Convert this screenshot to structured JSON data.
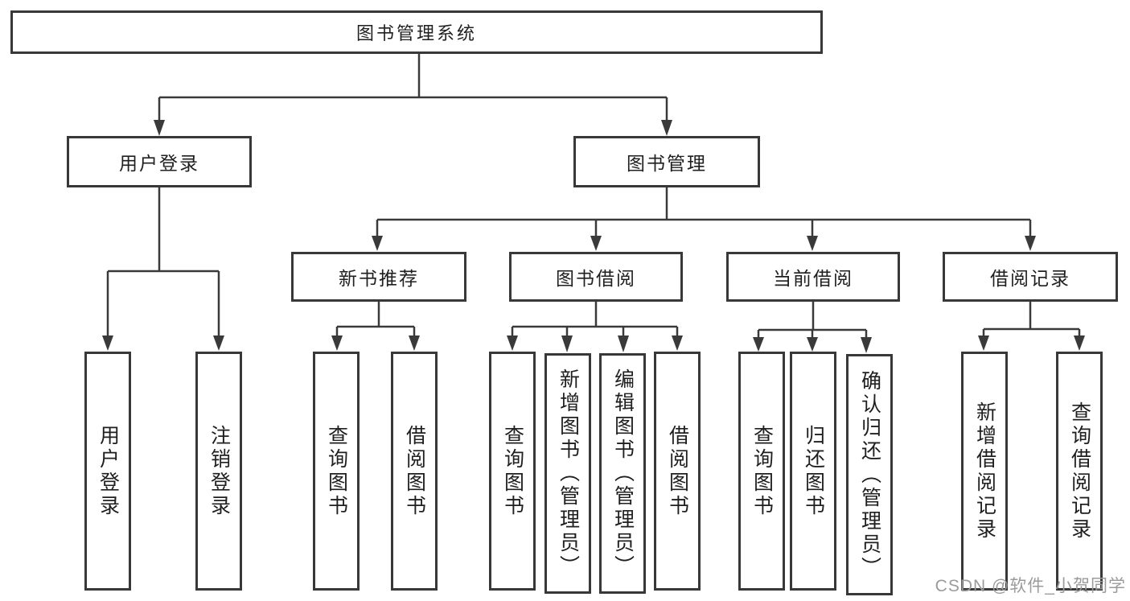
{
  "nodes": {
    "root": "图书管理系统",
    "user_login": "用户登录",
    "book_management": "图书管理",
    "new_book_recommend": "新书推荐",
    "book_borrow": "图书借阅",
    "current_borrow": "当前借阅",
    "borrow_record": "借阅记录",
    "leaf_user_login": "用户登录",
    "leaf_logout": "注销登录",
    "nbr_query_book": "查询图书",
    "nbr_borrow_book": "借阅图书",
    "bb_query_book": "查询图书",
    "bb_add_book": "新增图书（管理员）",
    "bb_edit_book": "编辑图书（管理员）",
    "bb_borrow_book": "借阅图书",
    "cb_query_book": "查询图书",
    "cb_return_book": "归还图书",
    "cb_confirm_return": "确认归还（管理员）",
    "br_add_record": "新增借阅记录",
    "br_query_record": "查询借阅记录"
  },
  "tree": {
    "图书管理系统": {
      "用户登录": [
        "用户登录",
        "注销登录"
      ],
      "图书管理": {
        "新书推荐": [
          "查询图书",
          "借阅图书"
        ],
        "图书借阅": [
          "查询图书",
          "新增图书（管理员）",
          "编辑图书（管理员）",
          "借阅图书"
        ],
        "当前借阅": [
          "查询图书",
          "归还图书",
          "确认归还（管理员）"
        ],
        "借阅记录": [
          "新增借阅记录",
          "查询借阅记录"
        ]
      }
    }
  },
  "watermark": "CSDN @软件_小贺同学",
  "colors": {
    "line": "#3a3a3a",
    "box_border": "#383838",
    "text": "#1f1f1f",
    "watermark": "#9b9b9b",
    "background": "#ffffff"
  }
}
